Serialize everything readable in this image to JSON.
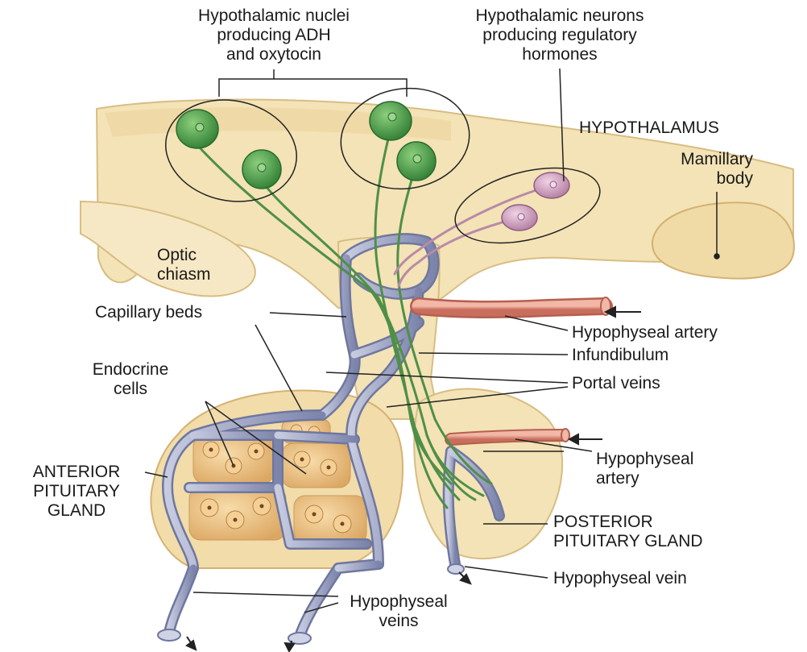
{
  "labels": {
    "adh_nuclei": [
      "Hypothalamic nuclei",
      "producing ADH",
      "and oxytocin"
    ],
    "regulatory_neurons": [
      "Hypothalamic neurons",
      "producing  regulatory",
      "hormones"
    ],
    "hypothalamus": "HYPOTHALAMUS",
    "mamillary_body": [
      "Mamillary",
      "body"
    ],
    "optic_chiasm": [
      "Optic",
      "chiasm"
    ],
    "capillary_beds": "Capillary beds",
    "hypophyseal_artery_upper": "Hypophyseal artery",
    "infundibulum": "Infundibulum",
    "endocrine_cells": [
      "Endocrine",
      "cells"
    ],
    "portal_veins": "Portal veins",
    "hypophyseal_artery_lower": [
      "Hypophyseal",
      "artery"
    ],
    "anterior_pituitary": [
      "ANTERIOR",
      "PITUITARY",
      "GLAND"
    ],
    "posterior_pituitary": [
      "POSTERIOR",
      "PITUITARY GLAND"
    ],
    "hypophyseal_vein": "Hypophyseal vein",
    "hypophyseal_veins": [
      "Hypophyseal",
      "veins"
    ]
  },
  "colors": {
    "tissue": "#f3e3b6",
    "tissue_dark": "#e4c98c",
    "neuron_green": "#3f8f3f",
    "neuron_pink": "#c998b8",
    "vessel_blue": "#8b93b8",
    "artery_red": "#d98a7a",
    "cell_tan": "#e9bd7e",
    "leader_line": "#222222"
  },
  "icons": [
    "arrow-icon"
  ]
}
